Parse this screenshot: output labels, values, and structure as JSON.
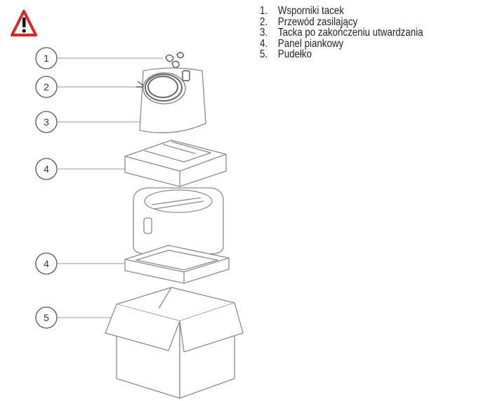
{
  "warning_icon": "warning-triangle-icon",
  "callouts": [
    {
      "number": "1",
      "part": "tray-supports"
    },
    {
      "number": "2",
      "part": "power-cable"
    },
    {
      "number": "3",
      "part": "curing-tray"
    },
    {
      "number": "4",
      "part": "foam-panel-top"
    },
    {
      "number": "4",
      "part": "foam-panel-bottom"
    },
    {
      "number": "5",
      "part": "box"
    }
  ],
  "legend": [
    {
      "number": "1.",
      "label": "Wsporniki tacek"
    },
    {
      "number": "2.",
      "label": "Przewód zasilający"
    },
    {
      "number": "3.",
      "label": "Tacka po zakończeniu utwardzania"
    },
    {
      "number": "4.",
      "label": "Panel piankowy"
    },
    {
      "number": "5.",
      "label": "Pudełko"
    }
  ],
  "colors": {
    "warning_red": "#d9262c",
    "outline": "#8a8a8a",
    "line": "#999999"
  }
}
